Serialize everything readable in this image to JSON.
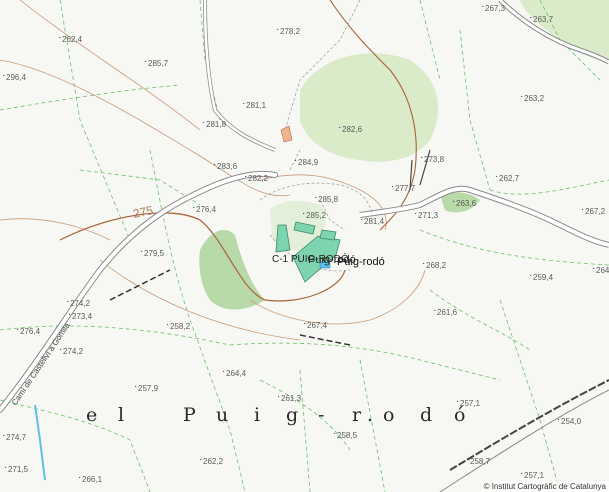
{
  "toponym": {
    "letters": [
      "e",
      "l",
      "P",
      "u",
      "i",
      "g",
      "-",
      "r",
      ".",
      "o",
      "d",
      "ó"
    ]
  },
  "place_labels": {
    "main": "Puig-rodó",
    "overlap": "Puig-rodó",
    "building_code": "C-1 PUIG-RODÓ"
  },
  "road_label": "Camí de Castellví a Gomila",
  "contour_label": "275",
  "spot_heights": [
    "267,3",
    "263,7",
    "278,2",
    "262,4",
    "285,7",
    "296,4",
    "281,1",
    "263,2",
    "281,8",
    "282,6",
    "283,6",
    "284,9",
    "282,2",
    "273,8",
    "285,8",
    "277,7",
    "262,7",
    "276,4",
    "285,2",
    "281,4",
    "271,3",
    "263,6",
    "267,2",
    "279,5",
    "268,2",
    "259,4",
    "264",
    "274,2",
    "273,4",
    "258,2",
    "261,6",
    "276,4",
    "267,4",
    "274,2",
    "257,9",
    "264,4",
    "261,3",
    "257,1",
    "258,5",
    "254,0",
    "274,7",
    "271,5",
    "266,1",
    "262,2",
    "258,7",
    "257,1"
  ],
  "attribution": "© Institut Cartogràfic de Catalunya",
  "colors": {
    "background": "#f7f7f3",
    "vegetation": "#d9ebc9",
    "vegetation_dark": "#b8d9a8",
    "contour": "#c89a7a",
    "contour_index": "#a8643c",
    "boundary_dashed": "#6cc06c",
    "road_outline": "#8a8a8a",
    "road_fill": "#ffffff",
    "building": "#7fd4b0",
    "water": "#5ec0e8"
  }
}
